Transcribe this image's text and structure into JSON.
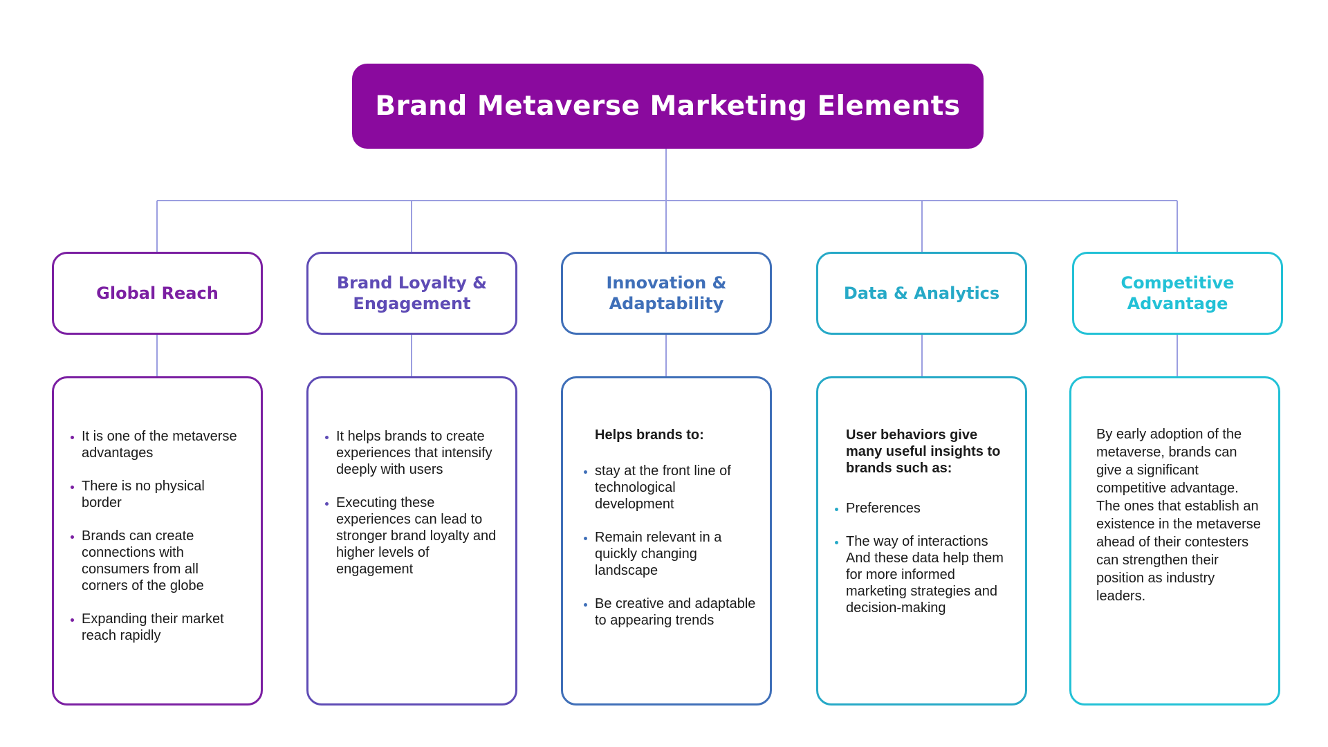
{
  "title": "Brand Metaverse Marketing Elements",
  "colors": {
    "title_bg": "#8a0a9e",
    "connector": "#9b9ee0",
    "columns": [
      "#7b1fa2",
      "#5e4bb5",
      "#3f6fb8",
      "#26a9c7",
      "#22c1d6"
    ]
  },
  "columns": [
    {
      "heading": "Global Reach",
      "bullets": [
        "It is one of the metaverse advantages",
        "There is no physical border",
        "Brands can create connections with consumers from all corners of the globe",
        "Expanding their market reach rapidly"
      ]
    },
    {
      "heading": "Brand Loyalty & Engagement",
      "bullets": [
        "It helps brands to create experiences that intensify deeply with users",
        "Executing these experiences can lead to stronger brand loyalty and higher levels of engagement"
      ]
    },
    {
      "heading": "Innovation & Adaptability",
      "intro": "Helps brands to:",
      "bullets": [
        "stay at the front line of technological development",
        "Remain relevant in a quickly changing landscape",
        "Be creative and adaptable to appearing trends"
      ]
    },
    {
      "heading": "Data & Analytics",
      "intro": "User behaviors give many useful insights to brands such as:",
      "bullets": [
        "Preferences",
        "The way of interactions And these data help them for more informed marketing strategies and decision-making"
      ]
    },
    {
      "heading": "Competitive Advantage",
      "paragraph": "By early adoption of the metaverse, brands can give a significant competitive advantage. The ones that establish an existence in the metaverse ahead of their contesters can strengthen their position as industry leaders."
    }
  ]
}
